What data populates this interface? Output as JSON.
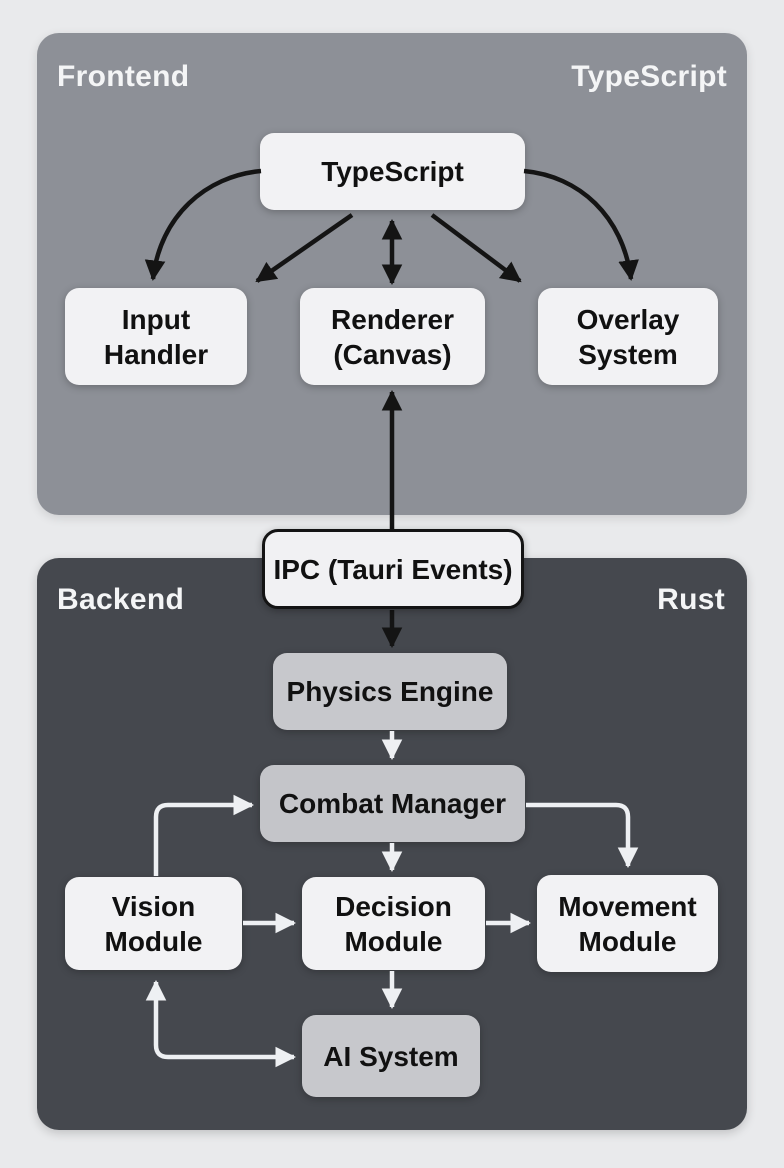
{
  "frontend": {
    "title": "Frontend",
    "tech": "TypeScript",
    "nodes": {
      "typescript": "TypeScript",
      "input_handler": "Input\nHandler",
      "renderer": "Renderer\n(Canvas)",
      "overlay": "Overlay\nSystem"
    }
  },
  "bridge": {
    "ipc": "IPC (Tauri Events)"
  },
  "backend": {
    "title": "Backend",
    "tech": "Rust",
    "nodes": {
      "physics": "Physics Engine",
      "combat": "Combat Manager",
      "vision": "Vision\nModule",
      "decision": "Decision\nModule",
      "movement": "Movement\nModule",
      "ai": "AI System"
    }
  },
  "edges": [
    {
      "from": "TypeScript",
      "to": "Input Handler",
      "style": "curved",
      "color": "black",
      "bidirectional": false
    },
    {
      "from": "TypeScript",
      "to": "Input Handler",
      "style": "straight-diagonal",
      "color": "black",
      "bidirectional": false
    },
    {
      "from": "TypeScript",
      "to": "Renderer (Canvas)",
      "style": "straight-vertical",
      "color": "black",
      "bidirectional": true
    },
    {
      "from": "TypeScript",
      "to": "Overlay System",
      "style": "straight-diagonal",
      "color": "black",
      "bidirectional": false
    },
    {
      "from": "TypeScript",
      "to": "Overlay System",
      "style": "curved",
      "color": "black",
      "bidirectional": false
    },
    {
      "from": "IPC (Tauri Events)",
      "to": "Renderer (Canvas)",
      "style": "straight-vertical",
      "color": "black",
      "bidirectional": false
    },
    {
      "from": "IPC (Tauri Events)",
      "to": "Physics Engine",
      "style": "straight-vertical",
      "color": "black",
      "bidirectional": false
    },
    {
      "from": "Physics Engine",
      "to": "Combat Manager",
      "style": "straight-vertical",
      "color": "white",
      "bidirectional": false
    },
    {
      "from": "Combat Manager",
      "to": "Decision Module",
      "style": "straight-vertical",
      "color": "white",
      "bidirectional": false
    },
    {
      "from": "Vision Module",
      "to": "Combat Manager",
      "style": "elbow",
      "color": "white",
      "bidirectional": false
    },
    {
      "from": "Combat Manager",
      "to": "Movement Module",
      "style": "elbow",
      "color": "white",
      "bidirectional": false
    },
    {
      "from": "Vision Module",
      "to": "Decision Module",
      "style": "straight-horizontal",
      "color": "white",
      "bidirectional": false
    },
    {
      "from": "Decision Module",
      "to": "Movement Module",
      "style": "straight-horizontal",
      "color": "white",
      "bidirectional": false
    },
    {
      "from": "Decision Module",
      "to": "AI System",
      "style": "straight-vertical",
      "color": "white",
      "bidirectional": false
    },
    {
      "from": "AI System",
      "to": "Vision Module",
      "style": "elbow",
      "color": "white",
      "bidirectional": true
    }
  ],
  "colors": {
    "page_bg": "#e9eaec",
    "frontend_panel": "#8d9097",
    "backend_panel": "#45484e",
    "light_node": "#f2f2f4",
    "gray_node": "#c7c8cc",
    "ipc_border": "#141414",
    "black_arrow": "#141414",
    "white_arrow": "#eef0f3",
    "header_text": "#f4f5f6",
    "node_text": "#111111"
  }
}
